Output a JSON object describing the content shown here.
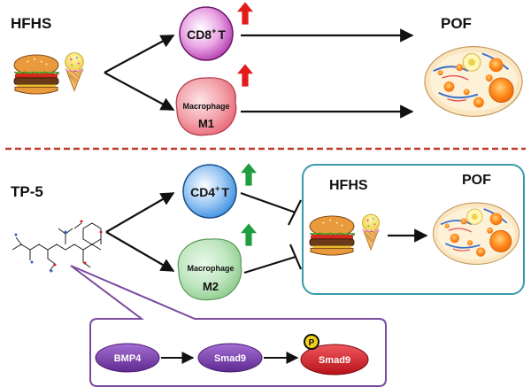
{
  "top": {
    "diet_label": "HFHS",
    "cd8": {
      "name": "CD8",
      "sup": "+",
      "suffix": "T"
    },
    "macro": {
      "name": "Macrophage",
      "type": "M1"
    },
    "outcome_label": "POF"
  },
  "bottom": {
    "drug_label": "TP-5",
    "cd4": {
      "name": "CD4",
      "sup": "+",
      "suffix": "T"
    },
    "macro": {
      "name": "Macrophage",
      "type": "M2"
    },
    "box": {
      "diet_label": "HFHS",
      "outcome_label": "POF"
    }
  },
  "pathway": {
    "steps": [
      "BMP4",
      "Smad9",
      "Smad9"
    ],
    "phospho_mark": "P"
  },
  "colors": {
    "increase_up": "#e31b1b",
    "decrease_up": "#1e9e3e",
    "divider": "#c0392b",
    "box_border": "#3a9aa8",
    "callout_border": "#7b4a9e",
    "cd8_cell": "#b43bb0",
    "m1_cell": "#e86a78",
    "cd4_cell": "#3d8fe0",
    "m2_cell": "#9bd49b",
    "bmp4_pill": "#7d3fb0",
    "smad9_pill": "#7d3fb0",
    "psmad9_pill": "#d81f26"
  },
  "icons": [
    "burger-icon",
    "ice-cream-icon",
    "ovary-icon",
    "molecule-icon",
    "up-arrow-icon",
    "inhibit-icon"
  ]
}
